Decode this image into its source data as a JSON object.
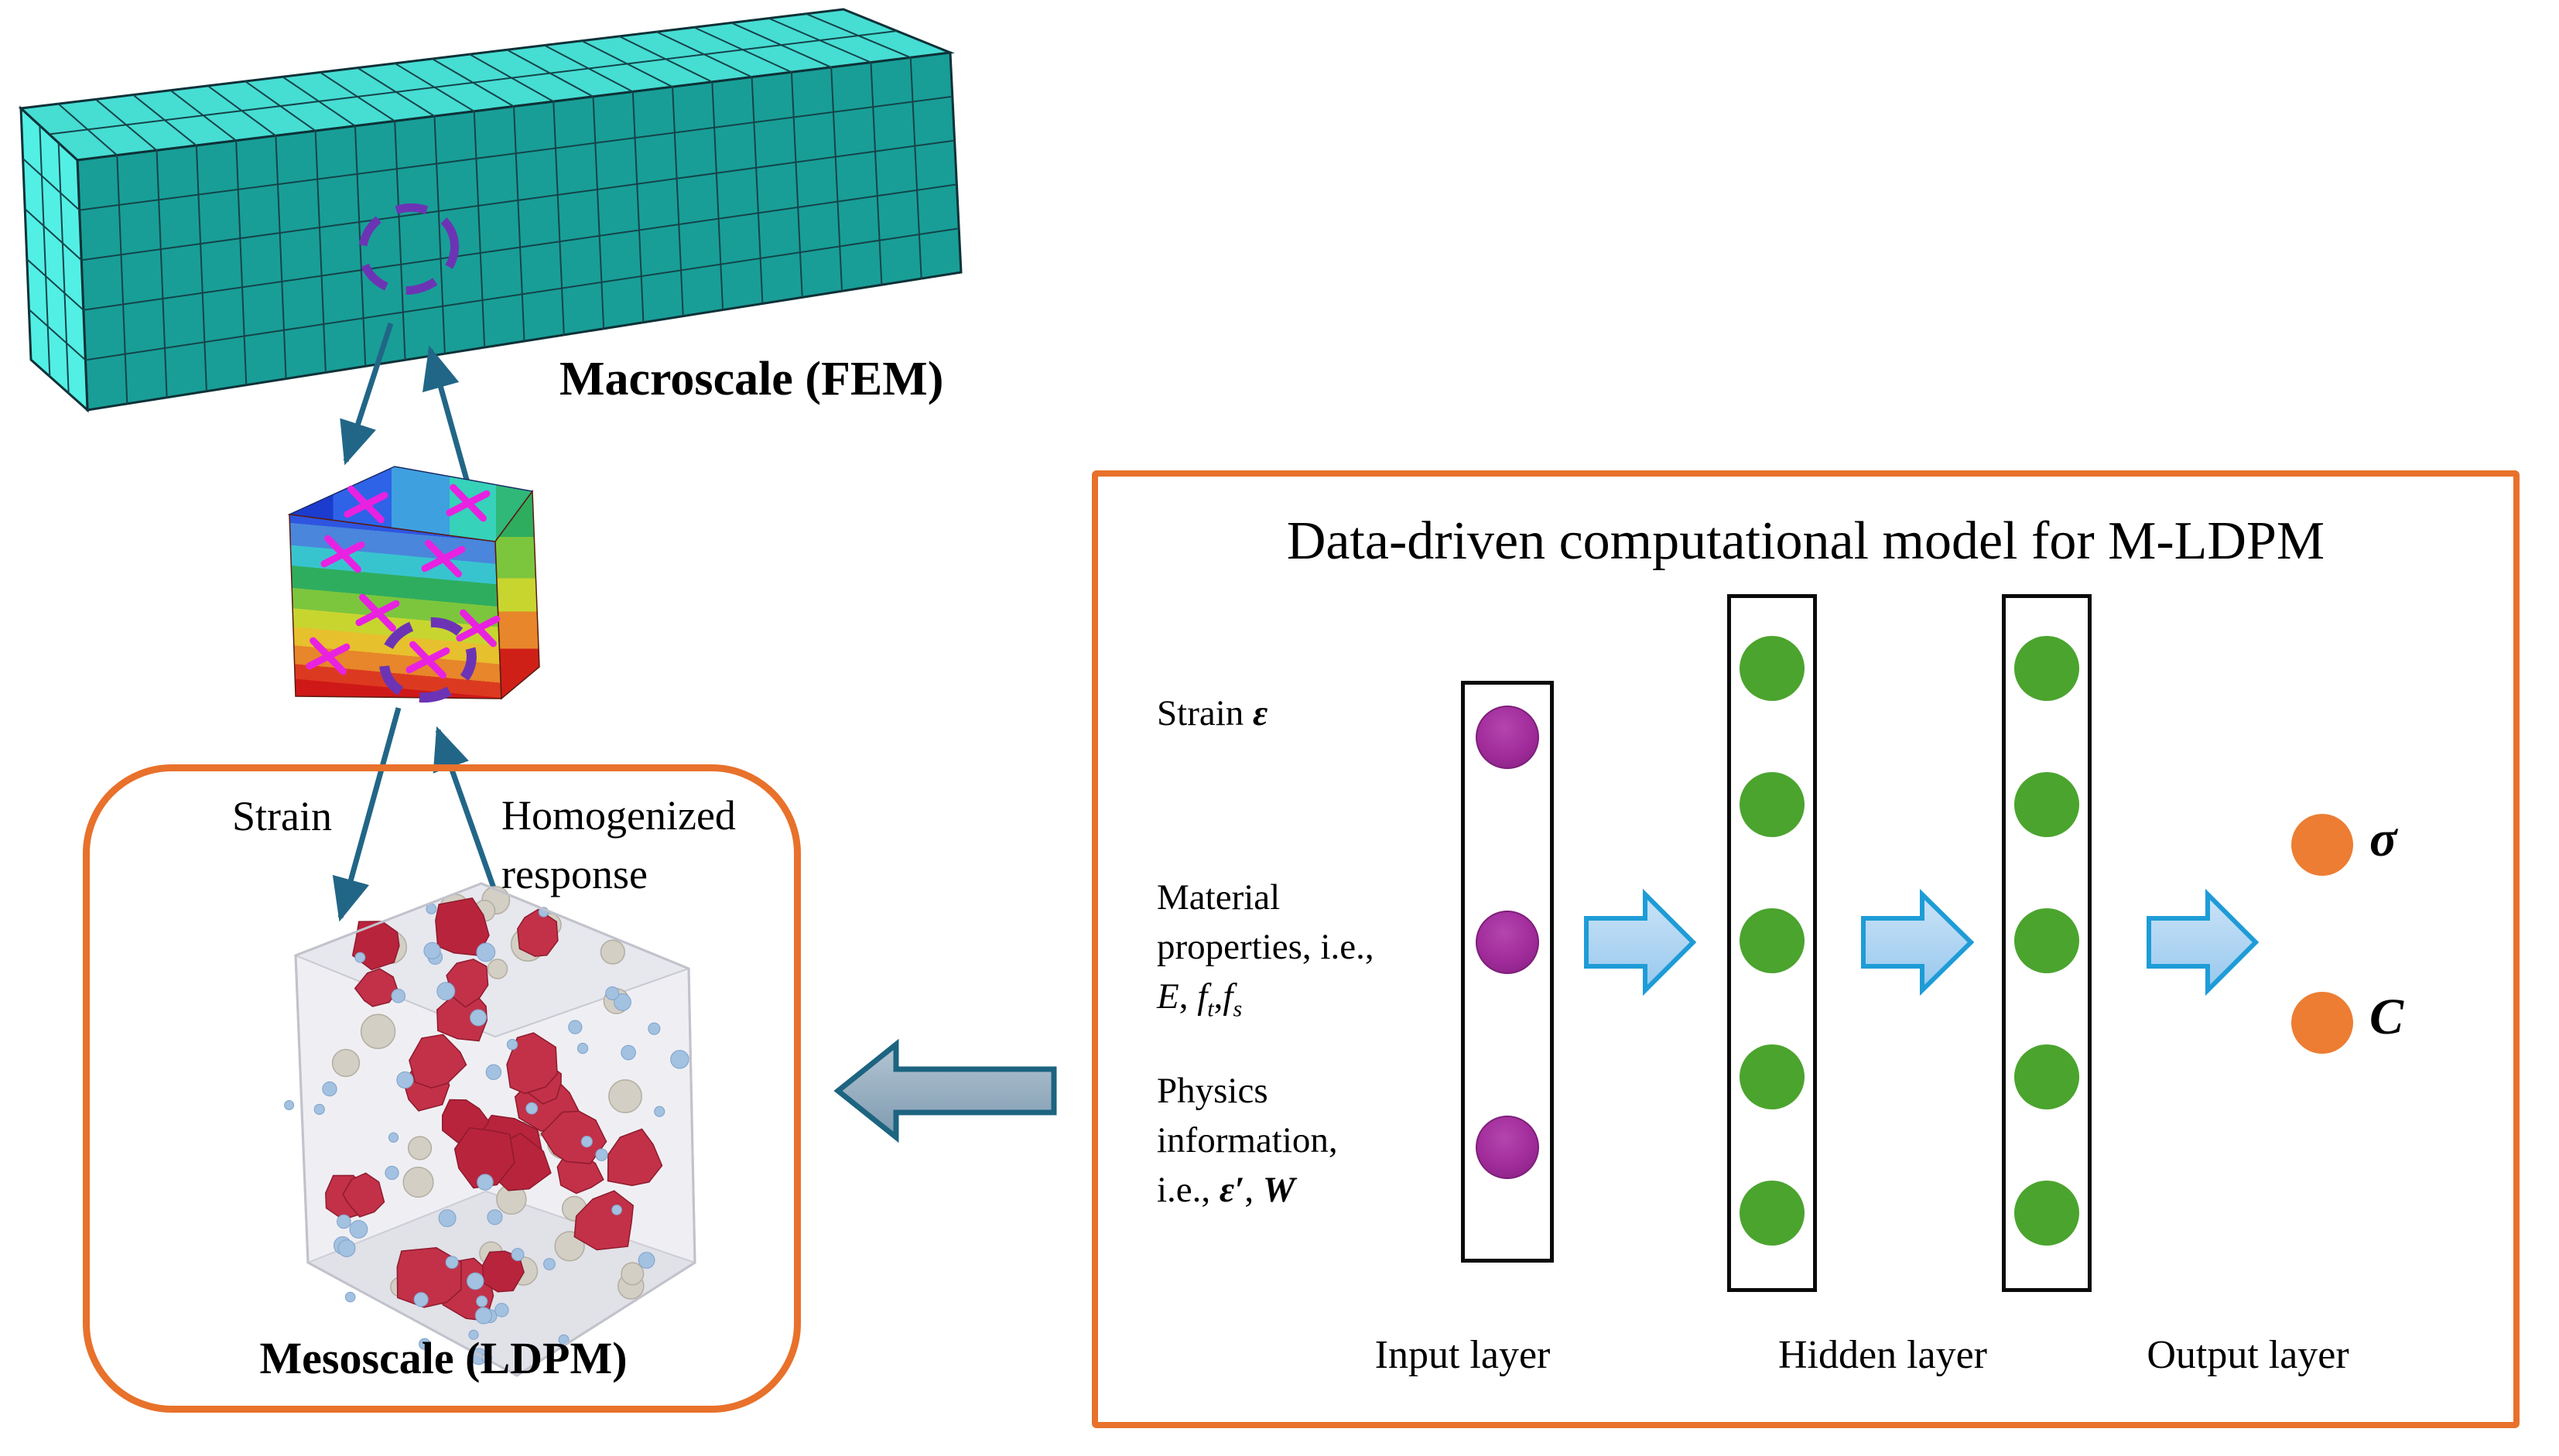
{
  "macroscale": {
    "label": "Macroscale (FEM)"
  },
  "mesoscale": {
    "label": "Mesoscale (LDPM)"
  },
  "exchange": {
    "strain_label": "Strain",
    "response_line1": "Homogenized",
    "response_line2": "response"
  },
  "panel": {
    "title": "Data-driven computational model for M-LDPM",
    "input_labels": {
      "strain_text": "Strain ",
      "strain_symbol": "ε",
      "material_line1": "Material",
      "material_line2": "properties, i.e.,",
      "formula_E": "E",
      "formula_sep1": ", ",
      "formula_f1": "f",
      "formula_f1_sub": "t",
      "formula_sep2": ",",
      "formula_f2": "f",
      "formula_f2_sub": "s",
      "physics_line1": "Physics",
      "physics_line2": "information,",
      "physics_line3_prefix": "i.e., ",
      "physics_symbol": "ε′",
      "physics_sep": ", ",
      "physics_W": "W"
    },
    "network": {
      "input_node_count": 3,
      "hidden_layer_node_counts": [
        5,
        5
      ],
      "output_nodes": [
        {
          "symbol": "σ"
        },
        {
          "symbol": "C"
        }
      ]
    },
    "layer_labels": [
      "Input layer",
      "Hidden layer",
      "Output layer"
    ]
  },
  "colors": {
    "box_border": "#E8712B",
    "beam_front": "#189E97",
    "beam_top": "#46DDD3",
    "beam_side": "#52EFE5",
    "mesh_line": "#14444A",
    "dashed_highlight": "#6C34B4",
    "gauss_x_mark": "#E822E0",
    "transfer_arrow": "#226687",
    "big_arrow_fill": "#93AEC2",
    "big_arrow_stroke": "#1D6480",
    "flow_arrow_fill": "#ABD3F0",
    "flow_arrow_stroke": "#1E9CD7",
    "node_input": "#A12C9B",
    "node_hidden": "#4BA42E",
    "node_output": "#EC7D33",
    "aggregate_red": "#B8243C"
  }
}
